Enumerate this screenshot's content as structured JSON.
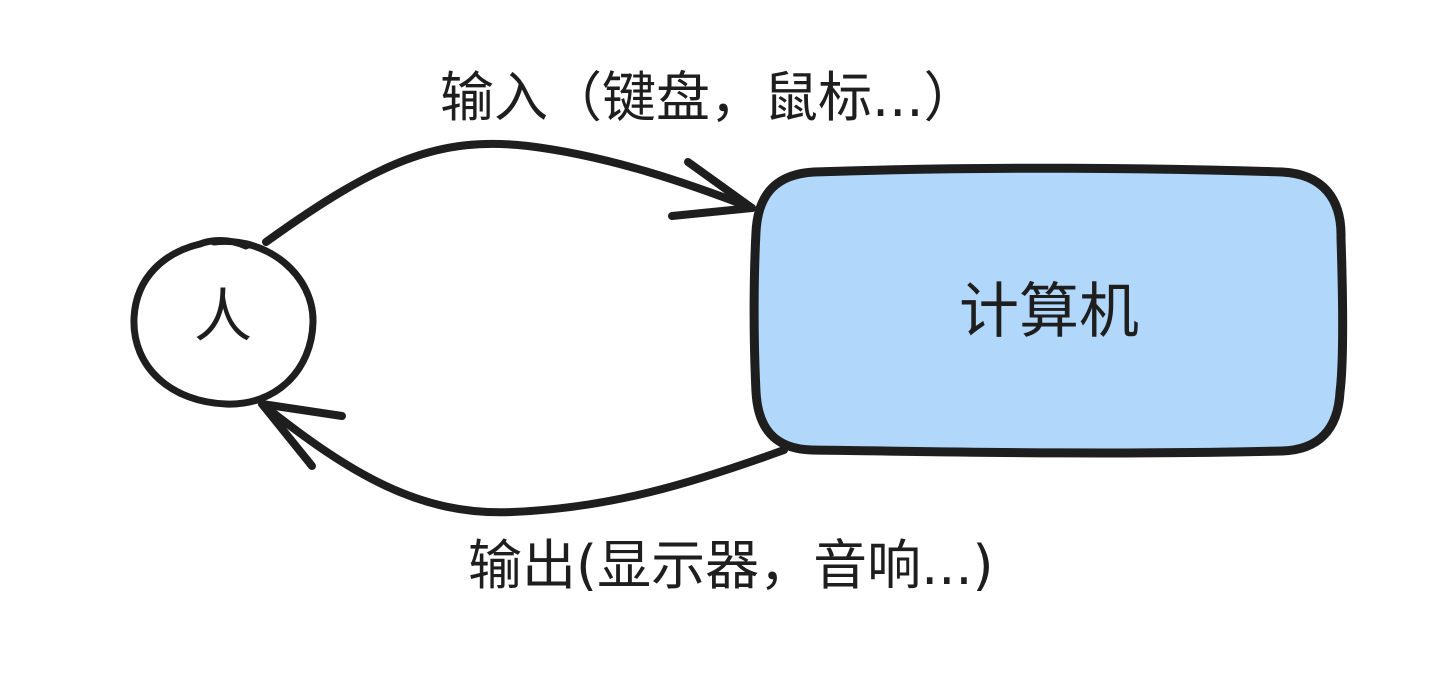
{
  "nodes": {
    "person": {
      "label": "人"
    },
    "computer": {
      "label": "计算机",
      "fill_color": "#b1d7fa"
    }
  },
  "edges": {
    "input": {
      "label": "输入（键盘，鼠标...）",
      "from": "person",
      "to": "computer"
    },
    "output": {
      "label": "输出(显示器，音响...)",
      "from": "computer",
      "to": "person"
    }
  },
  "colors": {
    "stroke": "#1e1e1e",
    "background": "#ffffff"
  }
}
